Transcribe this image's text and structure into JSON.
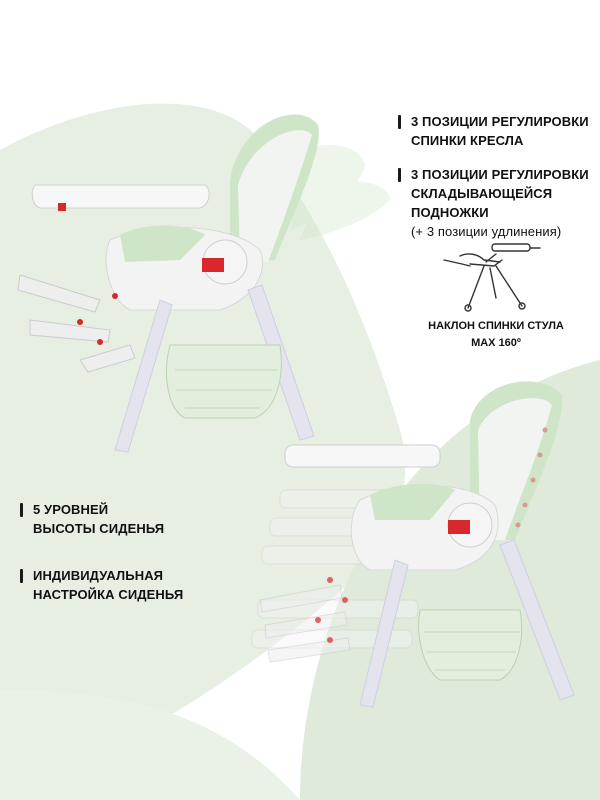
{
  "colors": {
    "mint_light": "#eaf1e7",
    "mint": "#dbe8d6",
    "mint_dark": "#b9d3b1",
    "chair_green": "#cfe5c7",
    "chair_white": "#f7f7f7",
    "accent_red": "#d8282e",
    "frame": "#e4e3ee"
  },
  "features": {
    "backrest": {
      "line1": "3 позиции регулировки",
      "line2": "спинки кресла"
    },
    "footrest": {
      "line1": "3 позиции регулировки",
      "line2": "складывающейся подножки",
      "note": "(+ 3 позиции удлинения)"
    },
    "height": {
      "line1": "5 уровней",
      "line2": "высоты сиденья"
    },
    "custom": {
      "line1": "индивидуальная",
      "line2": "настройка сиденья"
    }
  },
  "recline_caption": {
    "line1": "наклон спинки стула",
    "line2": "max 160º"
  },
  "icons": {
    "recline": "highchair-outline-icon"
  }
}
